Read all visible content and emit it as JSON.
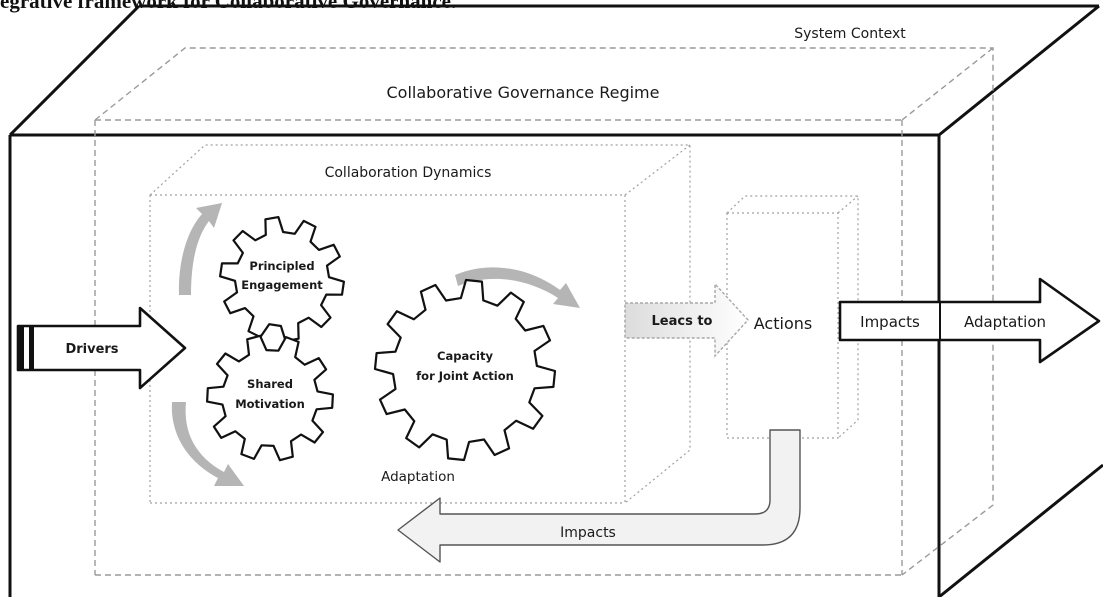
{
  "caption": "egrative framework for Collaborative Governance.",
  "labels": {
    "system_context": "System Context",
    "regime": "Collaborative Governance Regime",
    "dynamics": "Collaboration Dynamics",
    "drivers": "Drivers",
    "leads_to": "Leacs to",
    "actions": "Actions",
    "impacts_out": "Impacts",
    "adaptation_out": "Adaptation",
    "adaptation_loop": "Adaptation",
    "impacts_loop": "Impacts"
  },
  "gears": {
    "principled_engagement": [
      "Principled",
      "Engagement"
    ],
    "shared_motivation": [
      "Shared",
      "Motivation"
    ],
    "capacity_joint_action": [
      "Capacity",
      "for Joint Action"
    ]
  },
  "colors": {
    "outline": "#111111",
    "dashed": "#9a9a9a",
    "cycle_arrow": "#b5b5b5",
    "fill": "#ffffff"
  }
}
